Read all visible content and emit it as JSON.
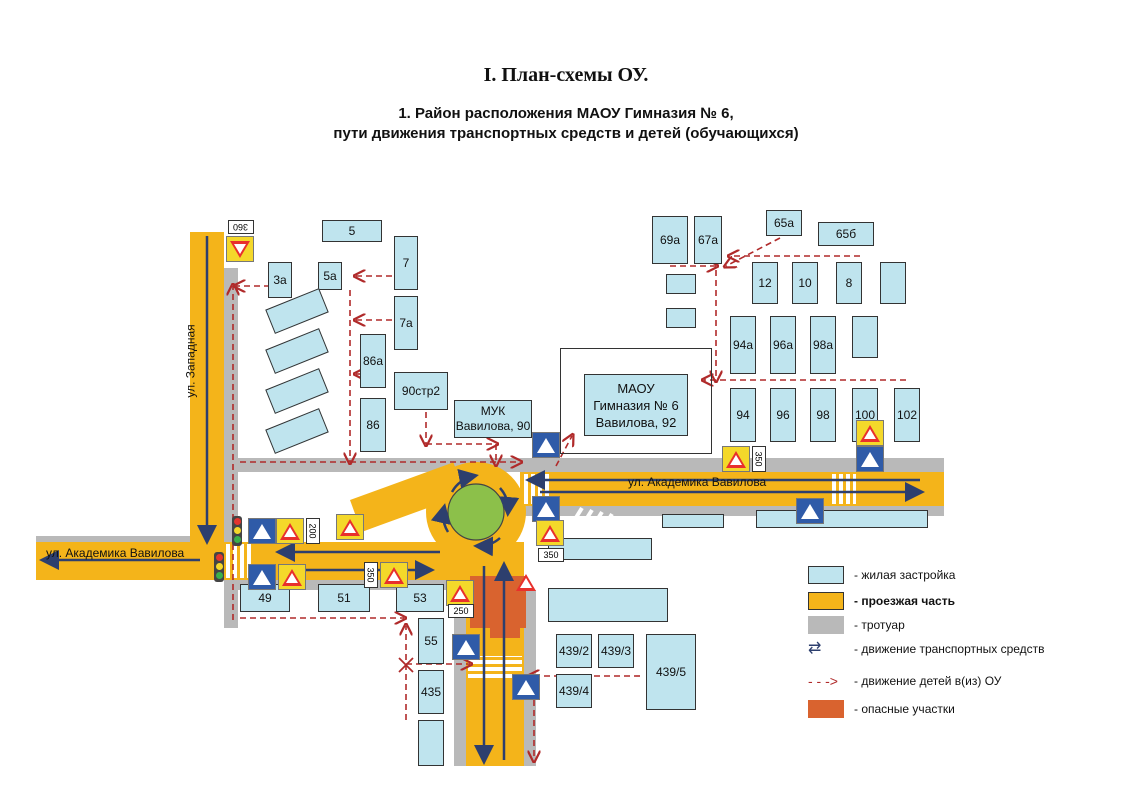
{
  "header": {
    "title": "I. План-схемы ОУ.",
    "subtitle_line1": "1. Район расположения МАОУ Гимназия № 6,",
    "subtitle_line2": "пути движения транспортных средств и детей (обучающихся)"
  },
  "streets": {
    "west": "ул. Западная",
    "vavilova_left": "ул. Академика Вавилова",
    "vavilova_right": "ул. Академика Вавилова"
  },
  "school": {
    "line1": "МАОУ",
    "line2": "Гимназия № 6",
    "line3": "Вавилова, 92"
  },
  "muk": {
    "line1": "МУК",
    "line2": "Вавилова, 90"
  },
  "buildings": {
    "b5": "5",
    "b3a": "3а",
    "b5a": "5а",
    "b7": "7",
    "b7a": "7а",
    "b86a": "86а",
    "b86": "86",
    "b90str2": "90стр2",
    "b69a": "69а",
    "b67a": "67а",
    "b65a": "65а",
    "b65b": "65б",
    "b12": "12",
    "b10": "10",
    "b8": "8",
    "b94a": "94а",
    "b96a": "96а",
    "b98a": "98а",
    "b94": "94",
    "b96": "96",
    "b98": "98",
    "b100": "100",
    "b102": "102",
    "b49": "49",
    "b51": "51",
    "b53": "53",
    "b55": "55",
    "b435": "435",
    "b439_2": "439/2",
    "b439_3": "439/3",
    "b439_4": "439/4",
    "b439_5": "439/5"
  },
  "speed_signs": {
    "s360": "360",
    "s200": "200",
    "s350a": "350",
    "s350b": "350",
    "s350c": "350",
    "s250": "250"
  },
  "legend": {
    "housing": "- жилая застройка",
    "roadway": "- проезжая часть",
    "sidewalk": "- тротуар",
    "traffic": "- движение транспортных средств",
    "children": "- движение детей в(из) ОУ",
    "danger": "- опасные участки"
  },
  "colors": {
    "road": "#f4b41a",
    "sidewalk": "#b9b9b9",
    "housing": "#bfe4ee",
    "danger": "#d9632f",
    "child_path": "#b02a2a",
    "traffic_arrow": "#2d3f6e",
    "roundabout": "#8cc04a"
  }
}
